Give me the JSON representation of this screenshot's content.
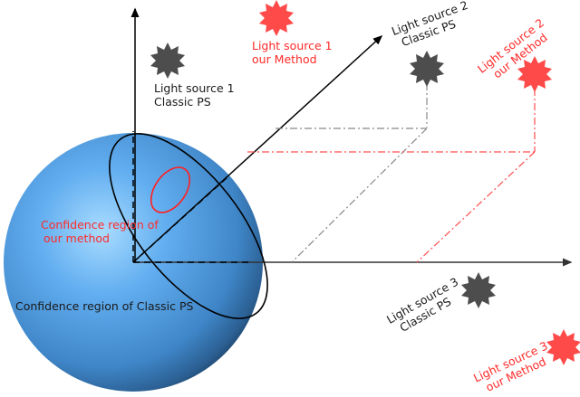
{
  "diagram": {
    "colors": {
      "sphere": "#5aa6ea",
      "classic": "#555555",
      "ours": "#ff4d4d",
      "axis": "#000000"
    },
    "labels": {
      "ls1_classic": [
        "Light source 1",
        "Classic PS"
      ],
      "ls1_ours": [
        "Light source 1",
        "our Method"
      ],
      "ls2_classic": [
        "Light source 2",
        "Classic PS"
      ],
      "ls2_ours": [
        "Light source 2",
        "our Method"
      ],
      "ls3_classic": [
        "Light source 3",
        "Classic PS"
      ],
      "ls3_ours": [
        "Light source 3",
        "our Method"
      ],
      "conf_ours": [
        "Confidence region of",
        "our method"
      ],
      "conf_classic": "Confidence region of Classic PS"
    },
    "icons": {
      "classic_light": "star-burst-gray",
      "ours_light": "star-burst-red"
    }
  }
}
